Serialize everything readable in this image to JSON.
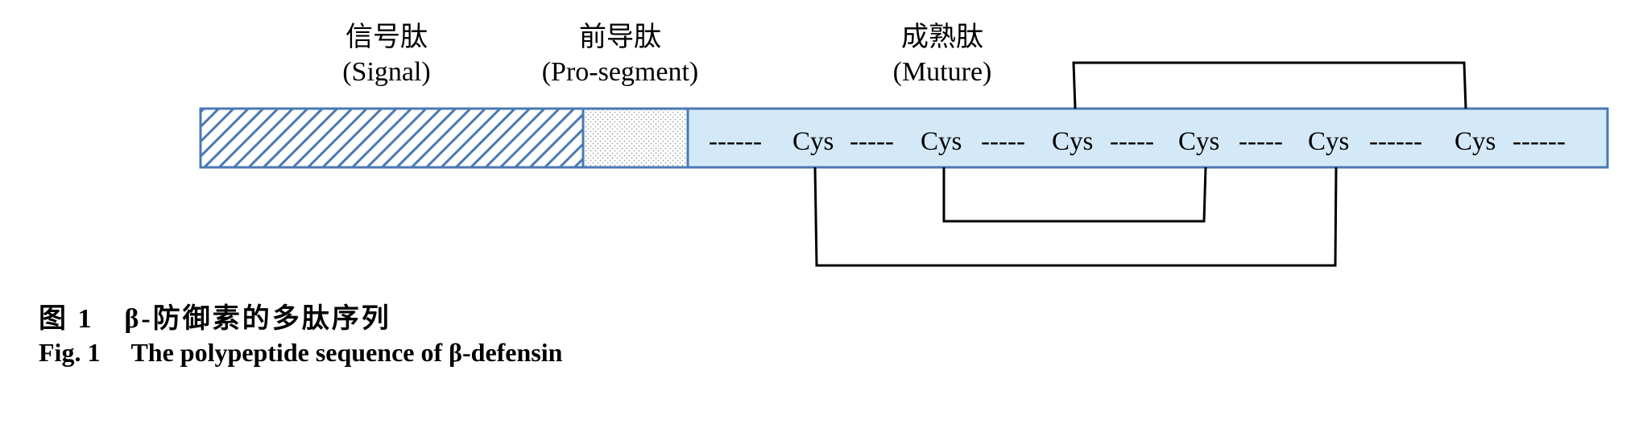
{
  "segments": {
    "signal": {
      "label_zh": "信号肽",
      "label_en": "(Signal)"
    },
    "pro": {
      "label_zh": "前导肽",
      "label_en": "(Pro-segment)"
    },
    "mature": {
      "label_zh": "成熟肽",
      "label_en": "(Muture)"
    }
  },
  "sequence": [
    {
      "dash": "------",
      "residue": "Cys"
    },
    {
      "dash": "-----",
      "residue": "Cys"
    },
    {
      "dash": "-----",
      "residue": "Cys"
    },
    {
      "dash": "-----",
      "residue": "Cys"
    },
    {
      "dash": "-----",
      "residue": "Cys"
    },
    {
      "dash": "------",
      "residue": "Cys"
    }
  ],
  "sequence_tail": "------",
  "disulfide_bonds": [
    [
      3,
      6
    ],
    [
      2,
      4
    ],
    [
      1,
      5
    ]
  ],
  "colors": {
    "bar_fill": "#d4e9f7",
    "bar_border": "#4a79b3",
    "hatch": "#4a79b3",
    "stipple": "#9aa3ab",
    "bond": "#000000"
  },
  "caption": {
    "zh_number": "图 1",
    "zh_text": "β-防御素的多肽序列",
    "en_number": "Fig. 1",
    "en_text": "The polypeptide sequence of β-defensin"
  }
}
